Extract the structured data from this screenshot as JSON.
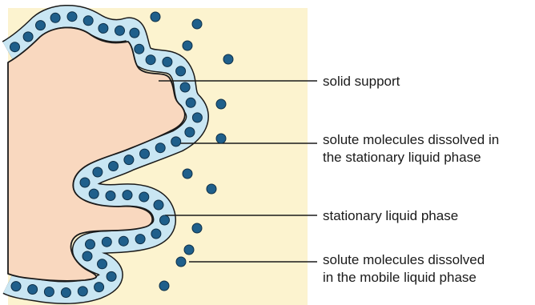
{
  "colors": {
    "mobile_phase_bg": "#fcf3cf",
    "solid_support": "#f9d8bf",
    "stationary_liquid": "#c9e6f3",
    "molecule": "#1f5f8b",
    "outline": "#1a1a1a"
  },
  "labels": {
    "solid_support": [
      "solid support"
    ],
    "solute_stationary": [
      "solute molecules dissolved in",
      "the stationary liquid phase"
    ],
    "stationary_liquid": [
      "stationary liquid phase"
    ],
    "solute_mobile": [
      "solute molecules dissolved",
      "in the mobile liquid phase"
    ]
  }
}
